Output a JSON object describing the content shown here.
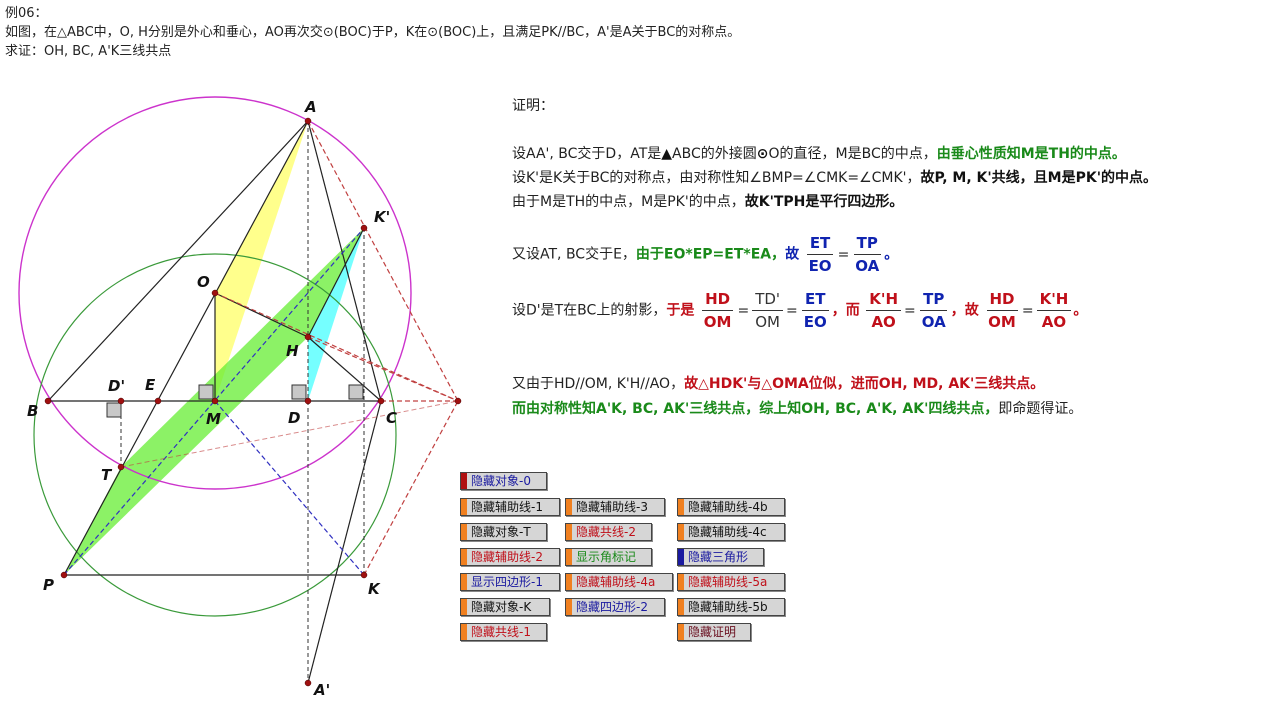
{
  "problem": {
    "line1": "例06：",
    "line2": "如图，在△ABC中，O, H分别是外心和垂心，AO再次交⊙(BOC)于P，K在⊙(BOC)上，且满足PK//BC，A'是A关于BC的对称点。",
    "line3": "求证：OH, BC, A'K三线共点"
  },
  "labels": {
    "A": "A",
    "B": "B",
    "C": "C",
    "O": "O",
    "H": "H",
    "M": "M",
    "D": "D",
    "Dp": "D'",
    "E": "E",
    "T": "T",
    "P": "P",
    "K": "K",
    "Kp": "K'",
    "Ap": "A'"
  },
  "proof": {
    "title": "证明：",
    "l1a": "设AA', BC交于D，AT是",
    "l1tri": "▲",
    "l1b": "ABC的外接圆",
    "l1circ": "⊙",
    "l1c": "O的直径，M是BC的中点，",
    "l1g": "由垂心性质知M是TH的中点。",
    "l2a": "设K'是K关于BC的对称点，由对称性知∠BMP=∠CMK=∠CMK'，",
    "l2b": "故P, M, K'共线，且M是PK'的中点。",
    "l3a": "由于M是TH的中点，M是PK'的中点，",
    "l3b": "故K'TPH是平行四边形。",
    "l4a": "又设AT, BC交于E，",
    "l4g": "由于EO*EP=ET*EA，",
    "l4gu": "故",
    "f1n": "ET",
    "f1d": "EO",
    "f2n": "TP",
    "f2d": "OA",
    "l4end": "。",
    "l5a": "设D'是T在BC上的射影，",
    "l5b": "于是",
    "f3n": "HD",
    "f3d": "OM",
    "f4n": "TD'",
    "f4d": "OM",
    "f5n": "ET",
    "f5d": "EO",
    "l5c": "，而",
    "f6n": "K'H",
    "f6d": "AO",
    "f7n": "TP",
    "f7d": "OA",
    "l5d": "，故",
    "f8n": "HD",
    "f8d": "OM",
    "f9n": "K'H",
    "f9d": "AO",
    "l5end": "。",
    "eq": "=",
    "l6a": "又由于HD//OM, K'H//AO，",
    "l6b": "故△HDK'与△OMA位似，进而OH, MD, AK'三线共点。",
    "l7a": "而由对称性知A'K, BC, AK'三线共点，综上知OH, BC, A'K, AK'四线共点，",
    "l7b": "即命题得证。"
  },
  "buttons": [
    {
      "id": "b1",
      "label": "隐藏对象-0",
      "swatch": "#b01010",
      "text": "#1a1aa0"
    },
    {
      "id": "b2",
      "label": "隐藏辅助线-1",
      "swatch": "#f08020",
      "text": "#111111"
    },
    {
      "id": "b3",
      "label": "隐藏辅助线-3",
      "swatch": "#f08020",
      "text": "#111111"
    },
    {
      "id": "b4",
      "label": "隐藏辅助线-4b",
      "swatch": "#f08020",
      "text": "#111111"
    },
    {
      "id": "b5",
      "label": "隐藏对象-T",
      "swatch": "#f08020",
      "text": "#111111"
    },
    {
      "id": "b6",
      "label": "隐藏共线-2",
      "swatch": "#f08020",
      "text": "#c0101a"
    },
    {
      "id": "b7",
      "label": "隐藏辅助线-4c",
      "swatch": "#f08020",
      "text": "#111111"
    },
    {
      "id": "b8",
      "label": "隐藏辅助线-2",
      "swatch": "#f08020",
      "text": "#c0101a"
    },
    {
      "id": "b9",
      "label": "显示角标记",
      "swatch": "#f08020",
      "text": "#1a8a1a"
    },
    {
      "id": "b10",
      "label": "隐藏三角形",
      "swatch": "#1a1aa0",
      "text": "#1a1aa0"
    },
    {
      "id": "b11",
      "label": "显示四边形-1",
      "swatch": "#f08020",
      "text": "#1a1aa0"
    },
    {
      "id": "b12",
      "label": "隐藏辅助线-4a",
      "swatch": "#f08020",
      "text": "#c0101a"
    },
    {
      "id": "b13",
      "label": "隐藏辅助线-5a",
      "swatch": "#f08020",
      "text": "#c0101a"
    },
    {
      "id": "b14",
      "label": "隐藏对象-K",
      "swatch": "#f08020",
      "text": "#111111"
    },
    {
      "id": "b15",
      "label": "隐藏四边形-2",
      "swatch": "#f08020",
      "text": "#1a1aa0"
    },
    {
      "id": "b16",
      "label": "隐藏辅助线-5b",
      "swatch": "#f08020",
      "text": "#111111"
    },
    {
      "id": "b17",
      "label": "隐藏共线-1",
      "swatch": "#f08020",
      "text": "#c0101a"
    },
    {
      "id": "b18",
      "label": "隐藏证明",
      "swatch": "#f08020",
      "text": "#6a1020"
    }
  ],
  "colors": {
    "circumcircle": "#cc33cc",
    "circle_boc": "#3a9a3a",
    "fill_yellow": "#ffff80",
    "fill_green": "#66ee33",
    "fill_cyan": "#66ffff",
    "dashed_red": "#c04040",
    "dashed_blue": "#3030c0",
    "point": "#a01010"
  }
}
